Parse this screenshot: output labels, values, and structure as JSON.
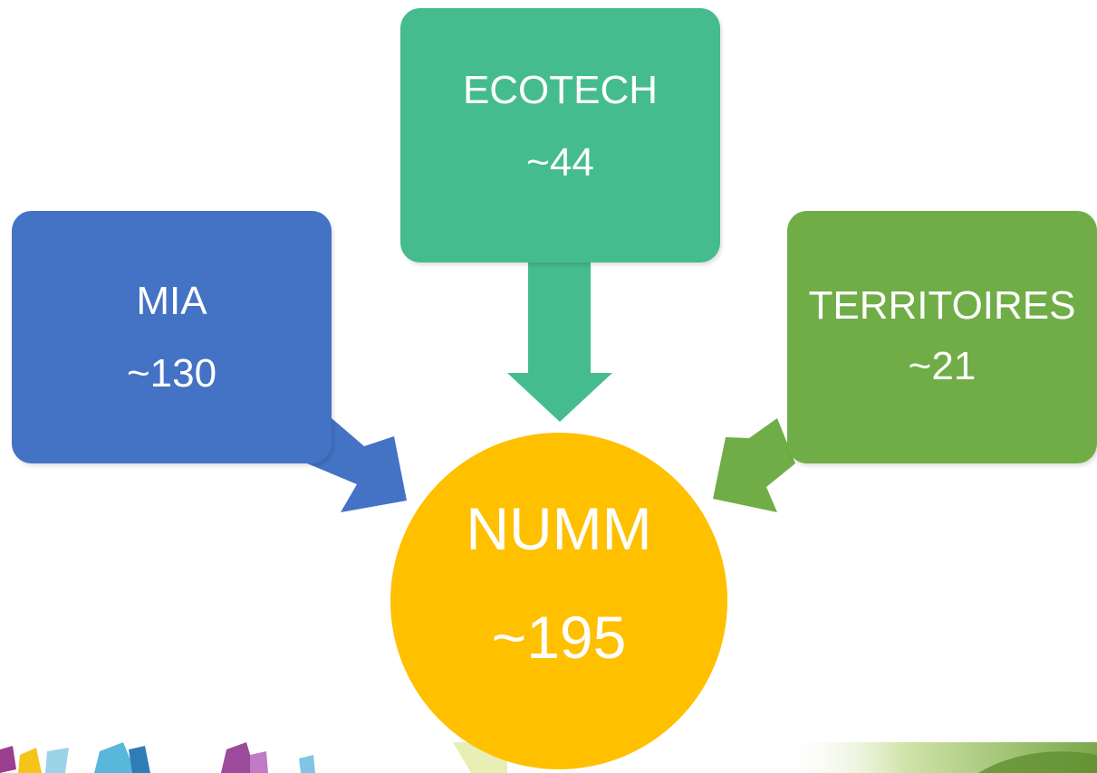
{
  "diagram": {
    "sources": [
      {
        "id": "mia",
        "label": "MIA",
        "value": "~130"
      },
      {
        "id": "ecotech",
        "label": "ECOTECH",
        "value": "~44"
      },
      {
        "id": "territoires",
        "label": "TERRITOIRES",
        "value": "~21"
      }
    ],
    "target": {
      "label": "NUMM",
      "value": "~195"
    }
  },
  "colors": {
    "mia": "#4472C4",
    "ecotech": "#45BC8D",
    "territoires": "#70AD47",
    "numm": "#FFC000"
  }
}
